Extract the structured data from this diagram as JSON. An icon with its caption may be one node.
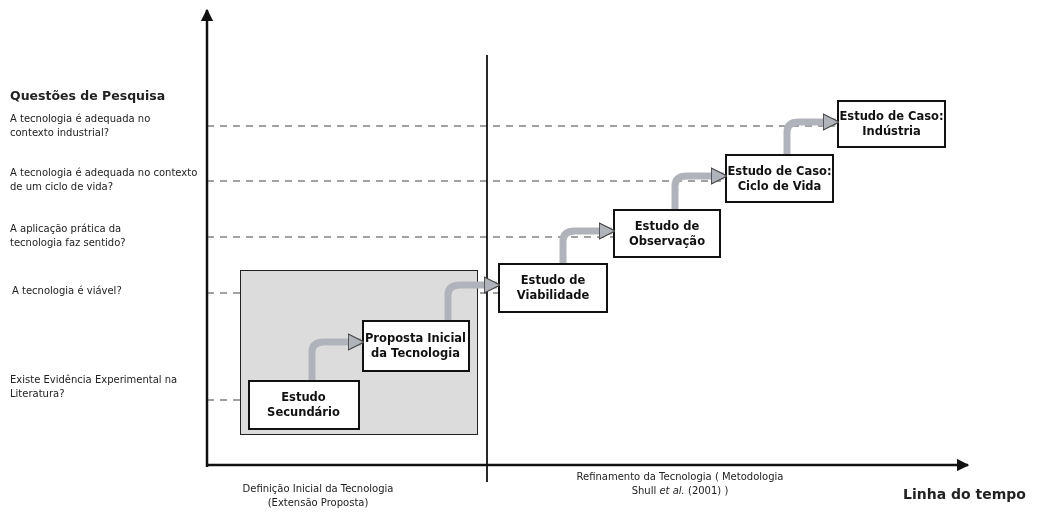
{
  "diagram": {
    "nodes": [
      {
        "text": [],
        "shape": "box"
      },
      {
        "text": [
          "Estudo Secundário"
        ],
        "in": 0
      },
      {
        "text": [
          "Proposta Inicial da Tecnologia"
        ],
        "in": 0
      },
      {
        "text": [
          "Estudo de Viabilidade"
        ]
      },
      {
        "text": [
          "Estudo de Observação"
        ]
      },
      {
        "text": [
          "Estudo de Caso: Ciclo de Vida"
        ]
      },
      {
        "text": [
          "Estudo de Caso: Indústria"
        ]
      }
    ],
    "edges": [
      {
        "from": 1,
        "to": 2,
        "arrow": "to"
      },
      {
        "from": 2,
        "to": 3,
        "arrow": "to"
      },
      {
        "from": 3,
        "to": 4,
        "arrow": "to"
      },
      {
        "from": 4,
        "to": 5,
        "arrow": "to"
      },
      {
        "from": 5,
        "to": 6,
        "arrow": "to"
      }
    ],
    "labels": [
      "Questões de Pesquisa",
      "A tecnologia é adequada no contexto industrial?",
      "A tecnologia é adequada no contexto de um ciclo de vida?",
      "A aplicação prática da tecnologia faz sentido?",
      "A tecnologia é viável?",
      "Existe Evidência Experimental na Literatura?",
      "Definição Inicial da Tecnologia (Extensão Proposta)",
      "Refinamento da Tecnologia ( Metodologia Shull *et al.* (2001) )",
      "Linha do tempo"
    ]
  }
}
